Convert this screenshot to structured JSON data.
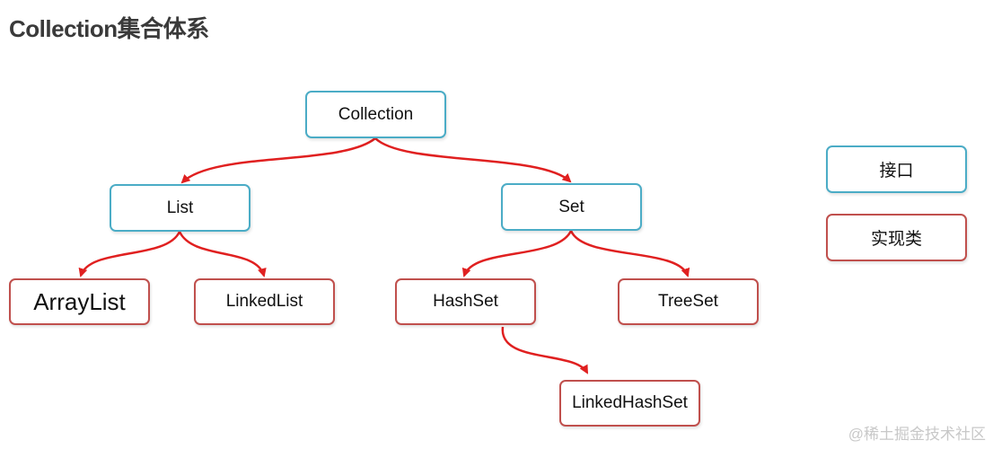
{
  "title": "Collection集合体系",
  "nodes": {
    "collection": "Collection",
    "list": "List",
    "set": "Set",
    "arraylist": "ArrayList",
    "linkedlist": "LinkedList",
    "hashset": "HashSet",
    "treeset": "TreeSet",
    "linkedhashset": "LinkedHashSet"
  },
  "legend": {
    "interface": "接口",
    "implementation": "实现类"
  },
  "colors": {
    "interface_border": "#4bacc6",
    "implementation_border": "#c0504d",
    "edge": "#e02020"
  },
  "watermark": "@稀土掘金技术社区"
}
